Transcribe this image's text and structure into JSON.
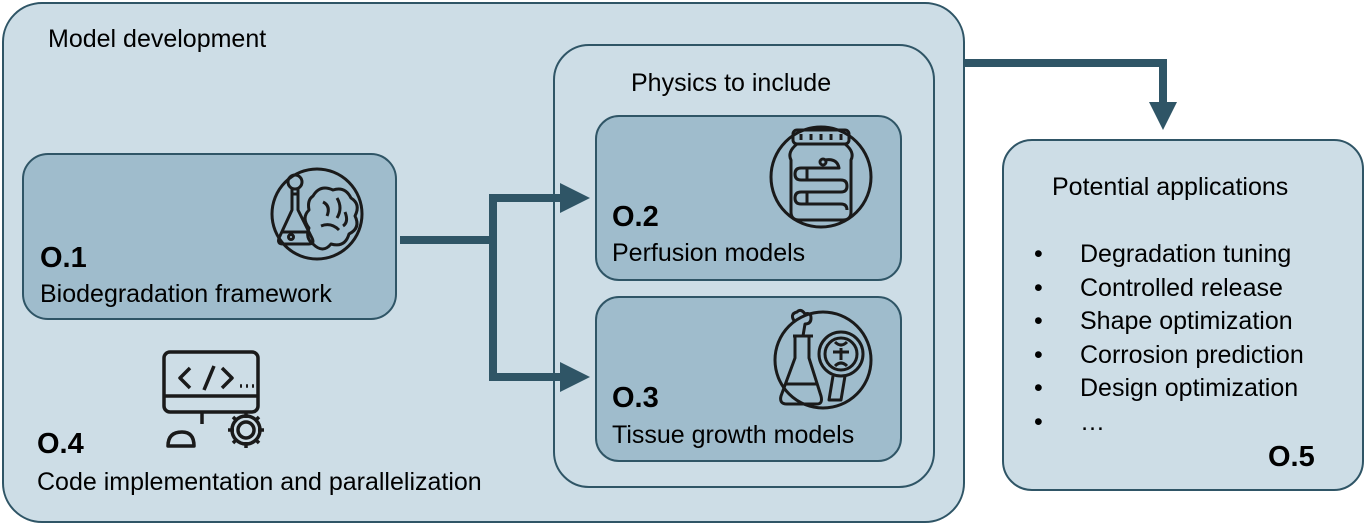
{
  "model_development": {
    "title": "Model development",
    "o1": {
      "id": "O.1",
      "label": "Biodegradation framework",
      "icon": "flask-brain-icon"
    },
    "o4": {
      "id": "O.4",
      "label": "Code implementation and parallelization",
      "icon": "code-monitor-gear-icon"
    },
    "physics": {
      "title": "Physics to include",
      "o2": {
        "id": "O.2",
        "label": "Perfusion models",
        "icon": "jar-tube-icon"
      },
      "o3": {
        "id": "O.3",
        "label": "Tissue growth models",
        "icon": "bone-magnifier-icon"
      }
    }
  },
  "applications": {
    "title": "Potential applications",
    "items": [
      "Degradation tuning",
      "Controlled release",
      "Shape optimization",
      "Corrosion prediction",
      "Design optimization",
      "…"
    ],
    "id": "O.5"
  },
  "colors": {
    "outer_fill": "#cddde6",
    "inner_fill": "#9fbccc",
    "stroke": "#2f5566",
    "arrow": "#2f5566"
  }
}
